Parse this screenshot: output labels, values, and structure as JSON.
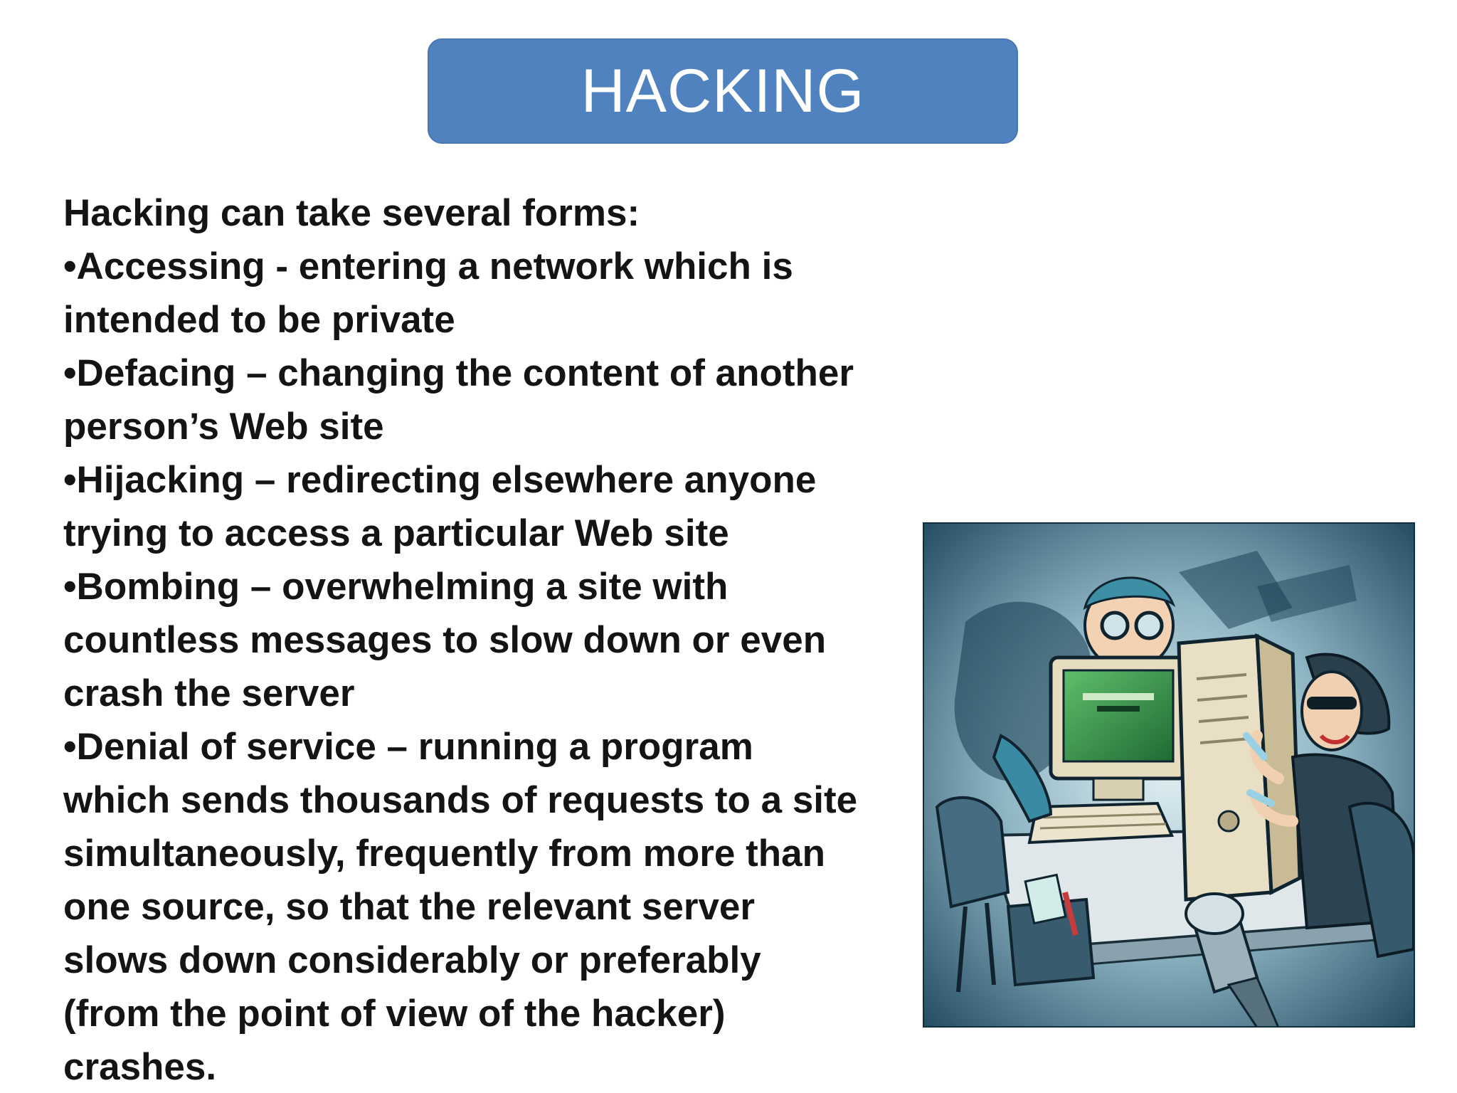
{
  "slide": {
    "title": "HACKING",
    "intro": "Hacking can take several forms:",
    "bullets": [
      {
        "line1": "•Accessing - entering a network which is",
        "line2": "intended to be private"
      },
      {
        "line1": "•Defacing – changing the content of another",
        "line2": "person’s Web site"
      },
      {
        "line1": "•Hijacking – redirecting elsewhere anyone",
        "line2": "trying to access a particular Web site"
      },
      {
        "line1": "•Bombing – overwhelming a site with",
        "line2": "countless messages to slow down or even",
        "line3": "crash the server"
      },
      {
        "line1": "•Denial of service – running a program",
        "line2": "which sends thousands of requests to a site",
        "line3": "simultaneously, frequently from more than",
        "line4": "one source, so that the relevant server",
        "line5": "slows down considerably or preferably",
        "line6": "(from the point of view of the hacker)",
        "line7": "crashes."
      }
    ]
  },
  "colors": {
    "title_bg": "#5082bf",
    "title_text": "#ffffff",
    "body_text": "#141414"
  }
}
